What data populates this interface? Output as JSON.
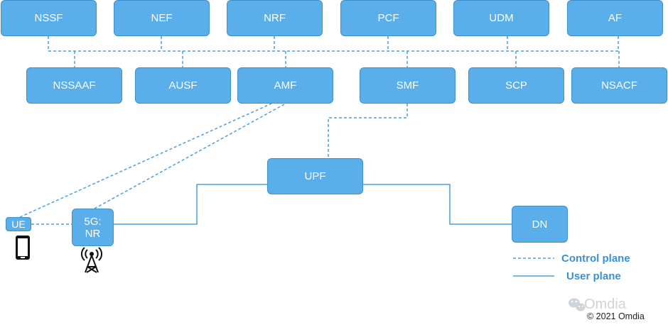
{
  "diagram": {
    "top_row": [
      "NSSF",
      "NEF",
      "NRF",
      "PCF",
      "UDM",
      "AF"
    ],
    "second_row": [
      "NSSAAF",
      "AUSF",
      "AMF",
      "SMF",
      "SCP",
      "NSACF"
    ],
    "upf": "UPF",
    "dn": "DN",
    "ue": "UE",
    "nr_line1": "5G:",
    "nr_line2": "NR"
  },
  "legend": {
    "control_plane": "Control plane",
    "user_plane": "User plane"
  },
  "watermark": "Omdia",
  "copyright": "© 2021 Omdia",
  "colors": {
    "node_fill": "#5aaeea",
    "node_border": "#3f8fcb",
    "line": "#4a9fe0",
    "legend_text": "#3b8fd8"
  },
  "icons": {
    "ue_device": "mobile-phone-icon",
    "nr_device": "cell-tower-icon",
    "watermark_logo": "wechat-icon"
  }
}
